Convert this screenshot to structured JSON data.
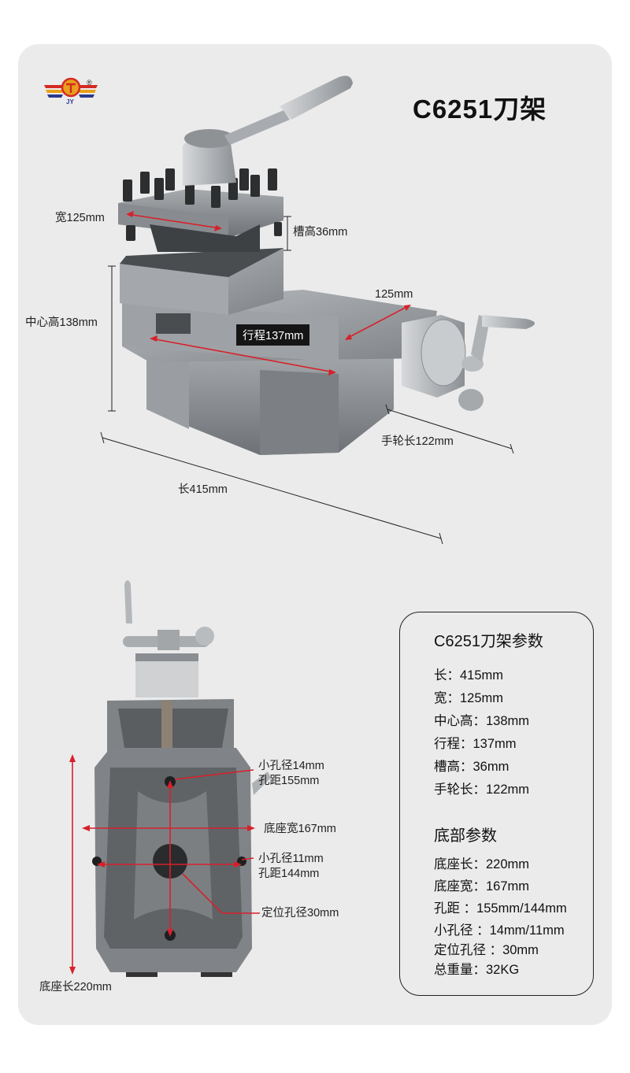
{
  "brand": {
    "registered_mark": "®"
  },
  "title": "C6251刀架",
  "top_view": {
    "labels": {
      "width": "宽125mm",
      "slot_height": "槽高36mm",
      "center_height": "中心高138mm",
      "travel": "行程137mm",
      "cross_width": "125mm",
      "handwheel_length": "手轮长122mm",
      "total_length": "长415mm"
    }
  },
  "bottom_view": {
    "labels": {
      "small_hole_14": "小孔径14mm",
      "pitch_155": "孔距155mm",
      "base_width": "底座宽167mm",
      "small_hole_11": "小孔径11mm",
      "pitch_144": "孔距144mm",
      "locating_hole": "定位孔径30mm",
      "base_length": "底座长220mm"
    }
  },
  "params": {
    "heading": "C6251刀架参数",
    "rows": [
      "长：415mm",
      "宽：125mm",
      "中心高：138mm",
      "行程：137mm",
      "槽高：36mm",
      "手轮长：122mm"
    ],
    "base_heading": "底部参数",
    "base_rows": [
      "底座长：220mm",
      "底座宽：167mm",
      "孔距 ：155mm/144mm",
      "小孔径 ：14mm/11mm",
      "定位孔径 ：30mm",
      "总重量：32KG"
    ]
  },
  "colors": {
    "background": "#ebebeb",
    "arrow_red": "#d8202a",
    "steel": "#8f9499"
  }
}
